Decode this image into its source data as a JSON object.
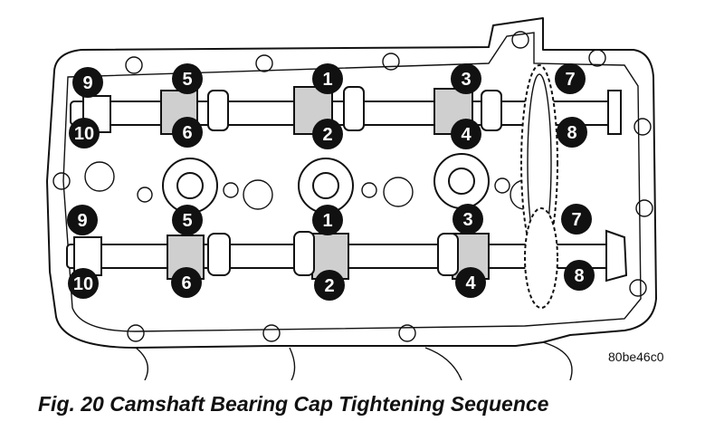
{
  "figure": {
    "reference_code": "80be46c0",
    "caption": "Fig. 20 Camshaft Bearing Cap Tightening Sequence"
  },
  "upper_camshaft": {
    "top_row": [
      "9",
      "5",
      "1",
      "3",
      "7"
    ],
    "bottom_row": [
      "10",
      "6",
      "2",
      "4",
      "8"
    ]
  },
  "lower_camshaft": {
    "top_row": [
      "9",
      "5",
      "1",
      "3",
      "7"
    ],
    "bottom_row": [
      "10",
      "6",
      "2",
      "4",
      "8"
    ]
  }
}
